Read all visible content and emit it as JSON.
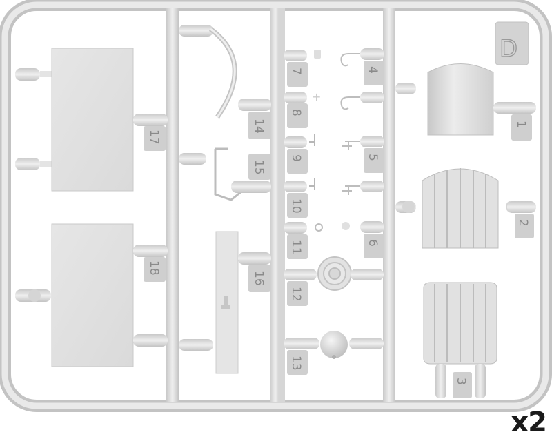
{
  "sprue": {
    "letter": "D",
    "quantity": "x2",
    "colors": {
      "background": "#ffffff",
      "plastic": "#dcdcdc",
      "plastic_edge": "#b5b5b5",
      "tag": "#cfcfcf",
      "number": "#8a8a8a"
    },
    "part_numbers": {
      "p1": "1",
      "p2": "2",
      "p3": "3",
      "p4": "4",
      "p5": "5",
      "p6": "6",
      "p7": "7",
      "p8": "8",
      "p9": "9",
      "p10": "10",
      "p11": "11",
      "p12": "12",
      "p13": "13",
      "p14": "14",
      "p15": "15",
      "p16": "16",
      "p17": "17",
      "p18": "18"
    }
  }
}
